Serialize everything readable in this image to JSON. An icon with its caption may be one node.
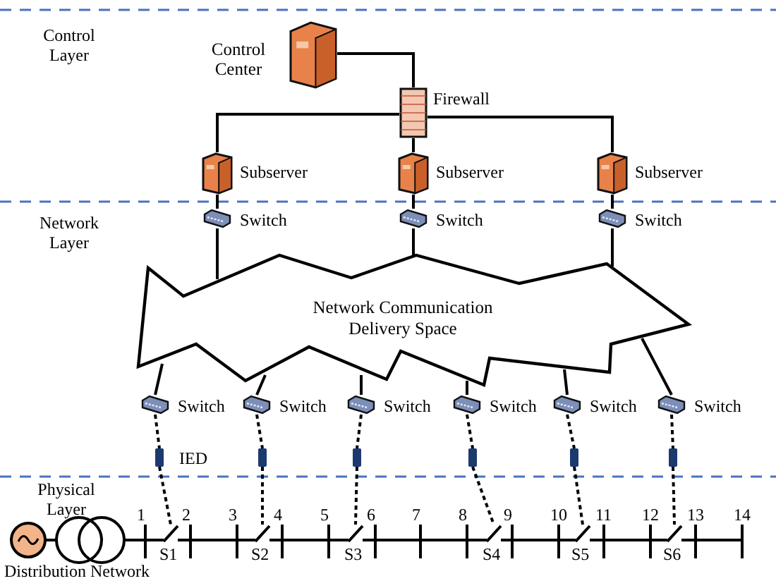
{
  "diagram": {
    "nodes": [
      {
        "text": [
          "Control Center"
        ]
      },
      {
        "text": [
          "Firewall"
        ]
      },
      {
        "text": [
          "Subserver"
        ]
      },
      {
        "text": [
          "Subserver"
        ]
      },
      {
        "text": [
          "Subserver"
        ]
      },
      {
        "text": [
          "Switch"
        ]
      },
      {
        "text": [
          "Switch"
        ]
      },
      {
        "text": [
          "Switch"
        ]
      },
      {
        "text": [
          "Network Communication Delivery Space"
        ]
      },
      {
        "text": [
          "Switch"
        ]
      },
      {
        "text": [
          "Switch"
        ]
      },
      {
        "text": [
          "Switch"
        ]
      },
      {
        "text": [
          "Switch"
        ]
      },
      {
        "text": [
          "Switch"
        ]
      },
      {
        "text": [
          "Switch"
        ]
      },
      {
        "text": [
          "IED"
        ]
      },
      {
        "text": [],
        "shape": "bar"
      },
      {
        "text": [],
        "shape": "bar"
      },
      {
        "text": [],
        "shape": "bar"
      },
      {
        "text": [],
        "shape": "bar"
      },
      {
        "text": [],
        "shape": "bar"
      },
      {
        "text": [
          "S1"
        ]
      },
      {
        "text": [
          "S2"
        ]
      },
      {
        "text": [
          "S3"
        ]
      },
      {
        "text": [
          "S4"
        ]
      },
      {
        "text": [
          "S5"
        ]
      },
      {
        "text": [
          "S6"
        ]
      }
    ],
    "edges": [
      {
        "from": 0,
        "to": 1,
        "arrow": "none"
      },
      {
        "from": 1,
        "to": 2,
        "arrow": "none"
      },
      {
        "from": 1,
        "to": 3,
        "arrow": "none"
      },
      {
        "from": 1,
        "to": 4,
        "arrow": "none"
      },
      {
        "from": 2,
        "to": 5,
        "arrow": "none"
      },
      {
        "from": 3,
        "to": 6,
        "arrow": "none"
      },
      {
        "from": 4,
        "to": 7,
        "arrow": "none"
      },
      {
        "from": 5,
        "to": 8,
        "arrow": "none"
      },
      {
        "from": 6,
        "to": 8,
        "arrow": "none"
      },
      {
        "from": 7,
        "to": 8,
        "arrow": "none"
      },
      {
        "from": 8,
        "to": 9,
        "arrow": "none"
      },
      {
        "from": 8,
        "to": 10,
        "arrow": "none"
      },
      {
        "from": 8,
        "to": 11,
        "arrow": "none"
      },
      {
        "from": 8,
        "to": 12,
        "arrow": "none"
      },
      {
        "from": 8,
        "to": 13,
        "arrow": "none"
      },
      {
        "from": 8,
        "to": 14,
        "arrow": "none"
      },
      {
        "from": 9,
        "to": 15,
        "arrow": "none",
        "style": "dashed"
      },
      {
        "from": 10,
        "to": 16,
        "arrow": "none",
        "style": "dashed"
      },
      {
        "from": 11,
        "to": 17,
        "arrow": "none",
        "style": "dashed"
      },
      {
        "from": 12,
        "to": 18,
        "arrow": "none",
        "style": "dashed"
      },
      {
        "from": 13,
        "to": 19,
        "arrow": "none",
        "style": "dashed"
      },
      {
        "from": 14,
        "to": 20,
        "arrow": "none",
        "style": "dashed"
      },
      {
        "from": 15,
        "to": 21,
        "arrow": "none",
        "style": "dashed"
      },
      {
        "from": 16,
        "to": 22,
        "arrow": "none",
        "style": "dashed"
      },
      {
        "from": 17,
        "to": 23,
        "arrow": "none",
        "style": "dashed"
      },
      {
        "from": 18,
        "to": 24,
        "arrow": "none",
        "style": "dashed"
      },
      {
        "from": 19,
        "to": 25,
        "arrow": "none",
        "style": "dashed"
      },
      {
        "from": 20,
        "to": 26,
        "arrow": "none",
        "style": "dashed"
      }
    ],
    "labels": [
      "Control Layer",
      "Network Layer",
      "Physical Layer",
      "1",
      "2",
      "3",
      "4",
      "5",
      "6",
      "7",
      "8",
      "9",
      "10",
      "11",
      "12",
      "13",
      "14",
      "Distribution Network"
    ]
  }
}
